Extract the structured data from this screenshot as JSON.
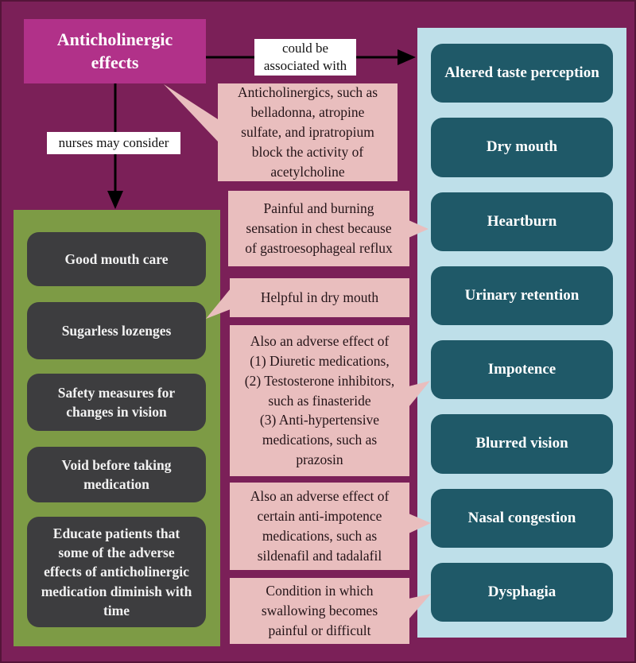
{
  "colors": {
    "background": "#7B2058",
    "border": "#541539",
    "title_box": "#B13189",
    "effects_panel": "#BEDFE9",
    "effect_box": "#1F5968",
    "interventions_panel": "#7D9B45",
    "intervention_box": "#3D3D3F",
    "callout": "#E9BEBE",
    "connector_label_bg": "#FFFFFF",
    "arrow": "#000000"
  },
  "title": "Anticholinergic\neffects",
  "connector_labels": {
    "to_effects": "could be\nassociated with",
    "to_interventions": "nurses may consider"
  },
  "effects_panel": {
    "items": [
      "Altered taste perception",
      "Dry mouth",
      "Heartburn",
      "Urinary retention",
      "Impotence",
      "Blurred vision",
      "Nasal congestion",
      "Dysphagia"
    ]
  },
  "interventions_panel": {
    "items": [
      "Good mouth care",
      "Sugarless lozenges",
      "Safety measures for\nchanges in vision",
      "Void before taking\nmedication",
      "Educate patients that\nsome of the adverse\neffects of anticholinergic\nmedication diminish with\ntime"
    ]
  },
  "callouts": [
    {
      "text": "Anticholinergics, such as\nbelladonna, atropine\nsulfate, and ipratropium\nblock the activity of\nacetylcholine",
      "points_to": "Anticholinergic effects"
    },
    {
      "text": "Painful and burning\nsensation in chest because\nof gastroesophageal reflux",
      "points_to": "Heartburn"
    },
    {
      "text": "Helpful in dry mouth",
      "points_to": "Sugarless lozenges"
    },
    {
      "text": "Also an adverse effect of\n(1) Diuretic medications,\n(2) Testosterone inhibitors,\nsuch as finasteride\n(3) Anti-hypertensive\nmedications, such as\nprazosin",
      "points_to": "Impotence"
    },
    {
      "text": "Also an adverse effect of\ncertain anti-impotence\nmedications, such as\nsildenafil and tadalafil",
      "points_to": "Nasal congestion"
    },
    {
      "text": "Condition in which\nswallowing becomes\npainful or difficult",
      "points_to": "Dysphagia"
    }
  ]
}
